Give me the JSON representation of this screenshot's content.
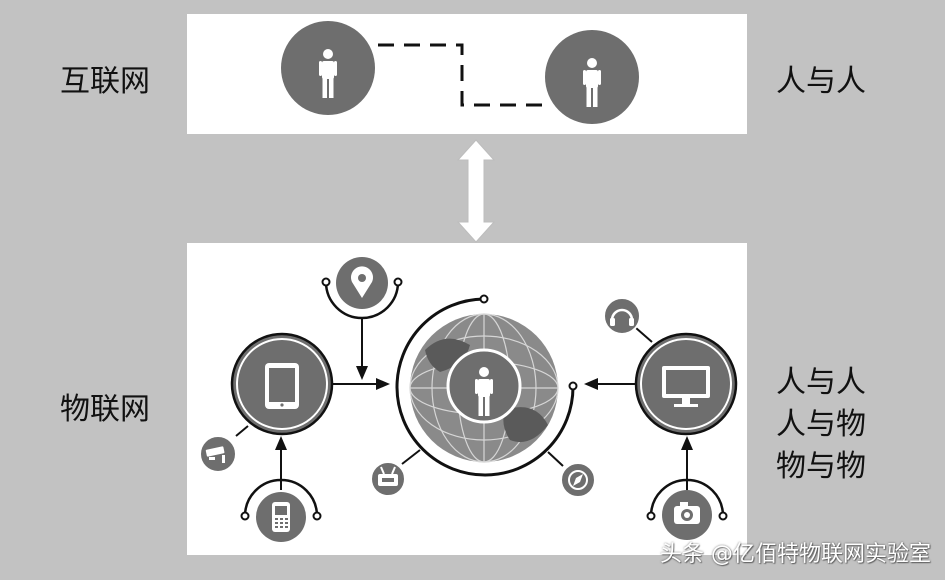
{
  "top_panel": {
    "left_label": "互联网",
    "right_label": "人与人",
    "nodes": [
      {
        "icon": "person-icon"
      },
      {
        "icon": "person-icon"
      }
    ],
    "connector": "dashed-line"
  },
  "middle": {
    "icon": "double-arrow-icon"
  },
  "bottom_panel": {
    "left_label": "物联网",
    "right_labels": [
      "人与人",
      "人与物",
      "物与物"
    ],
    "center": {
      "icon": "globe-icon",
      "inner_icon": "person-icon"
    },
    "devices": [
      {
        "icon": "map-pin-icon"
      },
      {
        "icon": "tablet-icon"
      },
      {
        "icon": "cctv-camera-icon"
      },
      {
        "icon": "mobile-phone-icon"
      },
      {
        "icon": "router-icon"
      },
      {
        "icon": "compass-icon"
      },
      {
        "icon": "headphones-icon"
      },
      {
        "icon": "monitor-icon"
      },
      {
        "icon": "camera-icon"
      }
    ]
  },
  "watermark": "头条 @亿佰特物联网实验室",
  "colors": {
    "background": "#c2c2c2",
    "panel": "#ffffff",
    "node_fill": "#6e6e6e",
    "line": "#111111"
  }
}
